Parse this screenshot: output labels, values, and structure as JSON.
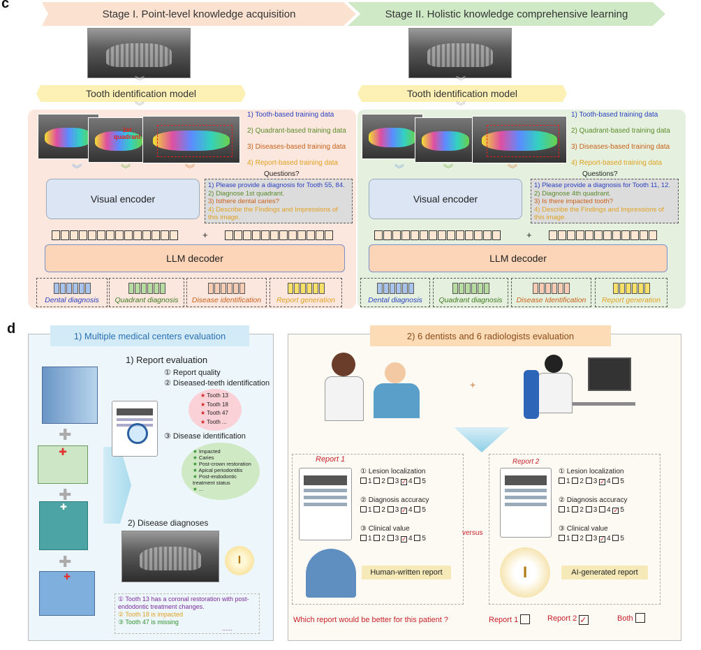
{
  "panels": {
    "c": "c",
    "d": "d"
  },
  "stage1": {
    "title": "Stage I. Point-level knowledge acquisition"
  },
  "stage2": {
    "title": "Stage II. Holistic knowledge comprehensive learning"
  },
  "tooth_model": "Tooth identification model",
  "training": [
    "1) Tooth-based training data",
    "2) Quadrant-based training data",
    "3) Diseases-based training data",
    "4) Report-based training data"
  ],
  "training_colors": [
    "#2a3fbf",
    "#5a8a2a",
    "#c8601a",
    "#e0a020"
  ],
  "questions_title": "Questions?",
  "visual_encoder": "Visual encoder",
  "llm_decoder": "LLM decoder",
  "plus": "+",
  "seg_label": {
    "line1": "1st",
    "line2": "quadrant"
  },
  "q1": [
    "1) Please provide a diagnosis for Tooth 55, 84.",
    "2) Diagnose 1st quadrant.",
    "3) Isthere dental caries?",
    "4) Describe the Findings and Impressions of this image."
  ],
  "q2": [
    "1) Please provide a diagnosis for Tooth 11, 12.",
    "2) Diagnose 4th quadrant.",
    "3) Is there impacted tooth?",
    "4) Describe the Findings and Impressions of this image."
  ],
  "outputs1": [
    "Dental diagnosis",
    "Quadrant diagnosis",
    "Disease identification",
    "Report generation"
  ],
  "outputs2": [
    "Dental diagnosis",
    "Quadrant diagnosis",
    "Disease Identification",
    "Report generation"
  ],
  "d1": {
    "title": "1) Multiple medical centers evaluation",
    "report_eval": "1) Report evaluation",
    "items": [
      "① Report quality",
      "② Diseased-teeth identification"
    ],
    "teeth": [
      "Tooth 13",
      "Tooth 18",
      "Tooth 47",
      "Tooth ..."
    ],
    "disease_id": "③ Disease identification",
    "diseases": [
      "Impacted",
      "Caries",
      "Post-crown restoration",
      "Apical periodontitis",
      "Post-endodontic treatment status",
      "..."
    ],
    "diag_title": "2) Disease diagnoses",
    "findings": [
      "① Tooth 13 has a coronal restoration with post-endodontic treatment changes.",
      "② Tooth 18 is impacted",
      "③ Tooth 47 is missing"
    ],
    "findings_more": "......"
  },
  "d2": {
    "title": "2) 6 dentists and 6 radiologists evaluation",
    "plus": "+",
    "report1": "Report 1",
    "report2": "Report 2",
    "criteria": [
      "① Lesion localization",
      "② Diagnosis accuracy",
      "③ Clinical value"
    ],
    "scale": [
      "1",
      "2",
      "3",
      "4",
      "5"
    ],
    "versus": "versus",
    "human": "Human-written report",
    "ai": "AI-generated report",
    "question": "Which report would be better for this patient ?",
    "choices": [
      "Report 1",
      "Report 2",
      "Both"
    ],
    "accent": "#c8202a"
  }
}
